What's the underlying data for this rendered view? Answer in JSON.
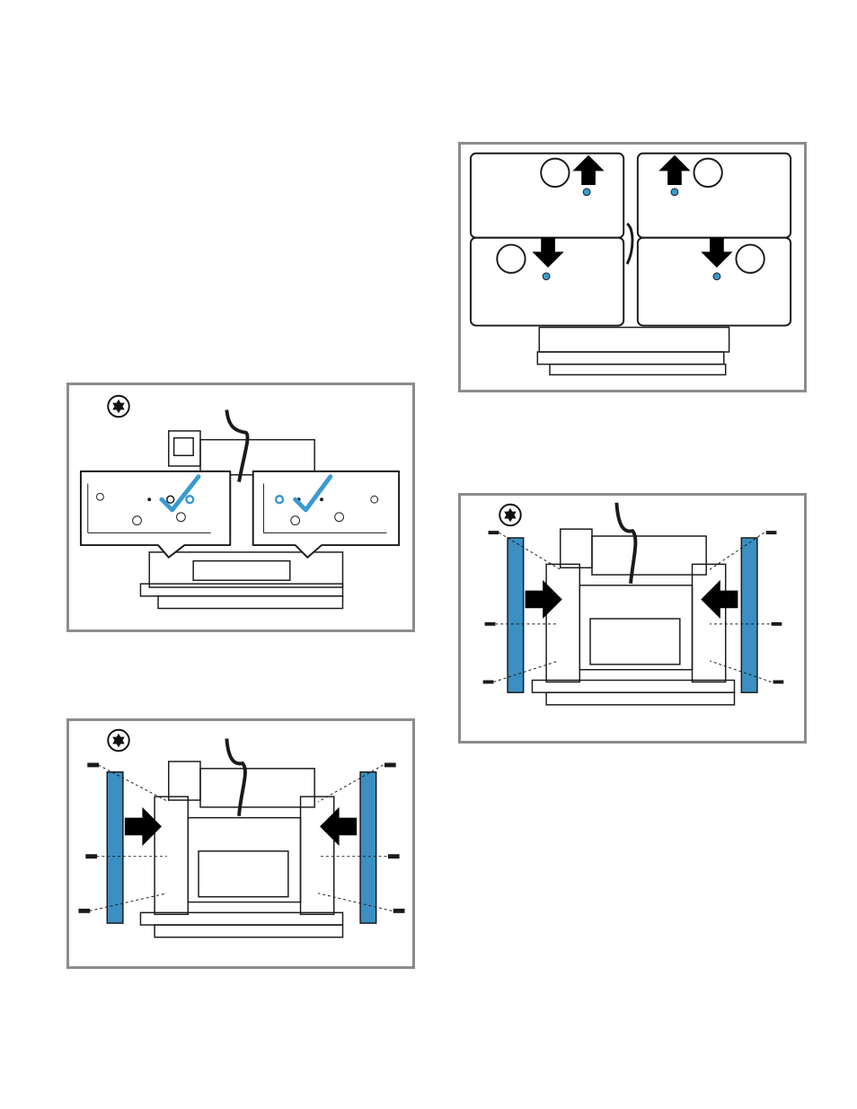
{
  "page": {
    "background": "#ffffff"
  },
  "colors": {
    "frame": "#8c8c8c",
    "line": "#1a1a1a",
    "check": "#3a9ad0",
    "trim": "#3b8fc2",
    "screw_head": "#3a9ad0",
    "arrow": "#000000"
  },
  "icons": {
    "tool": "torx-star-icon",
    "ok": "checkmark-icon",
    "move": "arrow-icon",
    "fastener": "screw-icon"
  },
  "panels": [
    {
      "name": "confirm-bracket-position-panel",
      "tool_icon": true,
      "callouts": 2,
      "checkmarks": 2
    },
    {
      "name": "attach-side-trims-panel-left",
      "tool_icon": true,
      "screws_per_side": 3
    },
    {
      "name": "adjust-bracket-height-panel",
      "tool_icon": false,
      "callouts": 4,
      "arrows": [
        "up",
        "up",
        "down",
        "down"
      ]
    },
    {
      "name": "attach-side-trims-panel-right",
      "tool_icon": true,
      "screws_per_side": 3
    }
  ]
}
